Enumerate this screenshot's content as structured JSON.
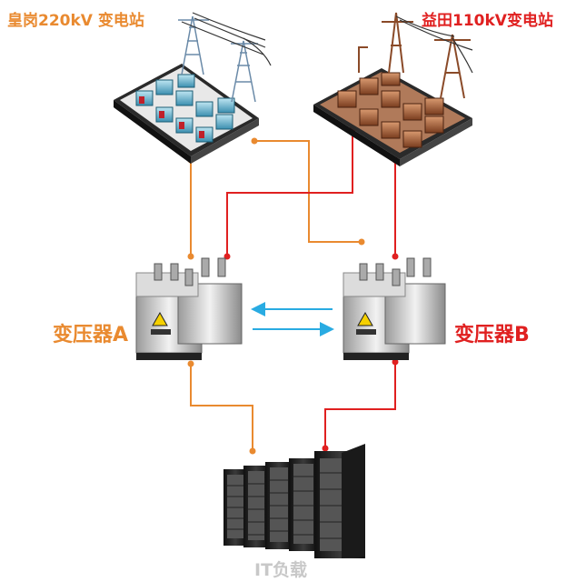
{
  "substation_left": {
    "label": "皇岗220kV 变电站",
    "color": "#e98a30"
  },
  "substation_right": {
    "label": "益田110kV变电站",
    "color": "#e02020"
  },
  "transformer_a": {
    "label": "变压器A",
    "color": "#e98a30"
  },
  "transformer_b": {
    "label": "变压器B",
    "color": "#e02020"
  },
  "load": {
    "label": "IT负载",
    "color": "#c8c8c8"
  },
  "colors": {
    "orange": "#e98a30",
    "red": "#e02020",
    "arrow": "#29abe2"
  }
}
